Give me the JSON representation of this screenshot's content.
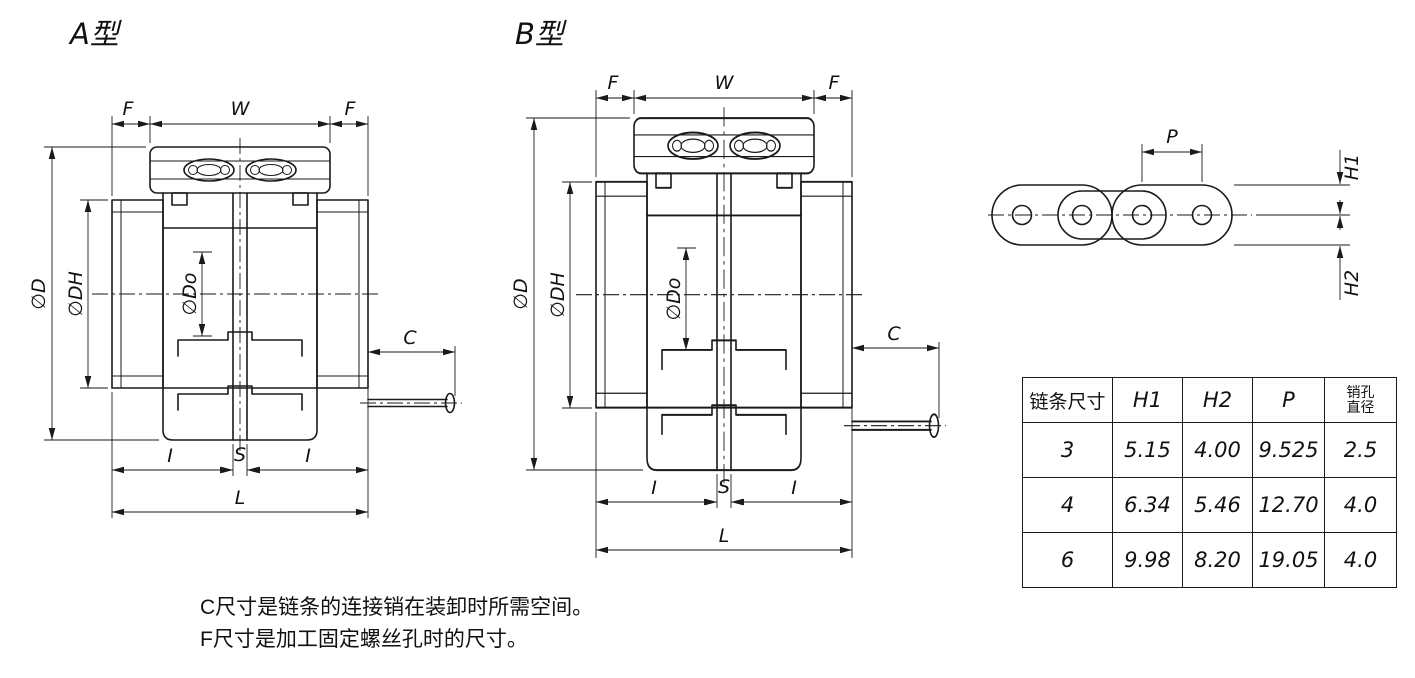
{
  "titles": {
    "type_a": "A型",
    "type_b": "B型"
  },
  "dim_labels": {
    "f": "F",
    "w": "W",
    "c": "C",
    "i": "I",
    "s": "S",
    "l": "L",
    "phi_d": "∅D",
    "phi_dh": "∅DH",
    "phi_do": "∅Do",
    "p": "P",
    "h1": "H1",
    "h2": "H2"
  },
  "table": {
    "headers": [
      "链条尺寸",
      "H1",
      "H2",
      "P",
      "销孔\n直径"
    ],
    "rows": [
      [
        "3",
        "5.15",
        "4.00",
        "9.525",
        "2.5"
      ],
      [
        "4",
        "6.34",
        "5.46",
        "12.70",
        "4.0"
      ],
      [
        "6",
        "9.98",
        "8.20",
        "19.05",
        "4.0"
      ]
    ]
  },
  "notes": [
    "C尺寸是链条的连接销在装卸时所需空间。",
    "F尺寸是加工固定螺丝孔时的尺寸。"
  ]
}
